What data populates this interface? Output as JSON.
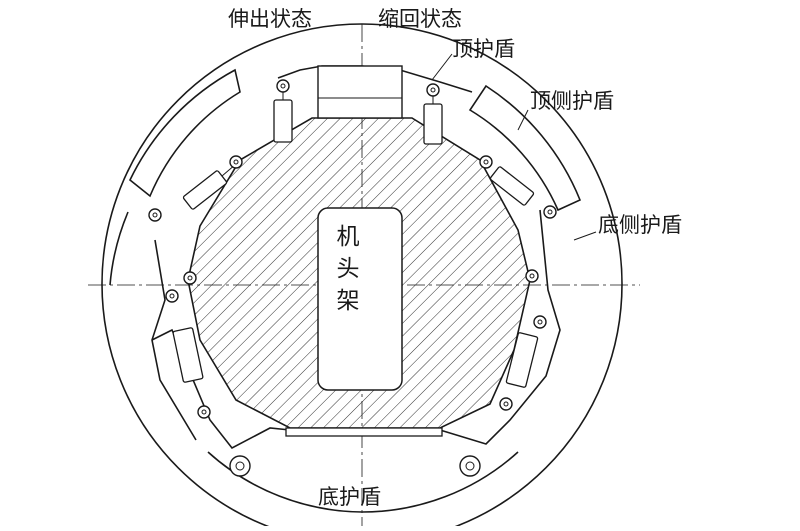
{
  "labels": {
    "extended_state": "伸出状态",
    "retracted_state": "缩回状态",
    "top_shield": "顶护盾",
    "top_side_shield": "顶侧护盾",
    "bottom_side_shield": "底侧护盾",
    "bottom_shield": "底护盾",
    "head_frame_1": "机",
    "head_frame_2": "头",
    "head_frame_3": "架"
  }
}
